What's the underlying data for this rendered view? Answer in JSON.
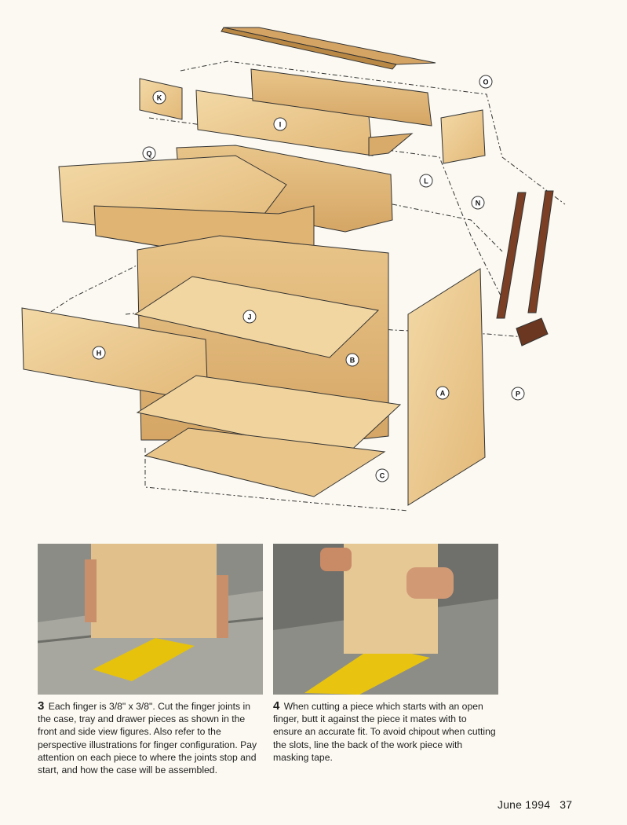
{
  "figure": {
    "part_labels": [
      "A",
      "B",
      "C",
      "H",
      "I",
      "J",
      "K",
      "L",
      "N",
      "O",
      "P",
      "Q"
    ],
    "colors": {
      "wood": "#e9c58a",
      "wood_light": "#f2d7a3",
      "wood_dark": "#c99a55",
      "dowel": "#7a3f24",
      "line": "#333333"
    }
  },
  "steps": [
    {
      "number": "3",
      "text": "Each finger is 3/8\" x 3/8\". Cut the finger joints in the case, tray and drawer pieces as shown in the front and side view figures. Also refer to the perspective illustrations for finger configuration. Pay attention on each piece to where the joints stop and start, and how the case will be assembled."
    },
    {
      "number": "4",
      "text": "When cutting a piece which starts with an open finger, butt it against the piece it mates with to ensure an accurate fit. To avoid chipout when cutting the slots, line the back of the work piece with masking tape."
    }
  ],
  "footer": {
    "issue": "June 1994",
    "page": "37"
  }
}
